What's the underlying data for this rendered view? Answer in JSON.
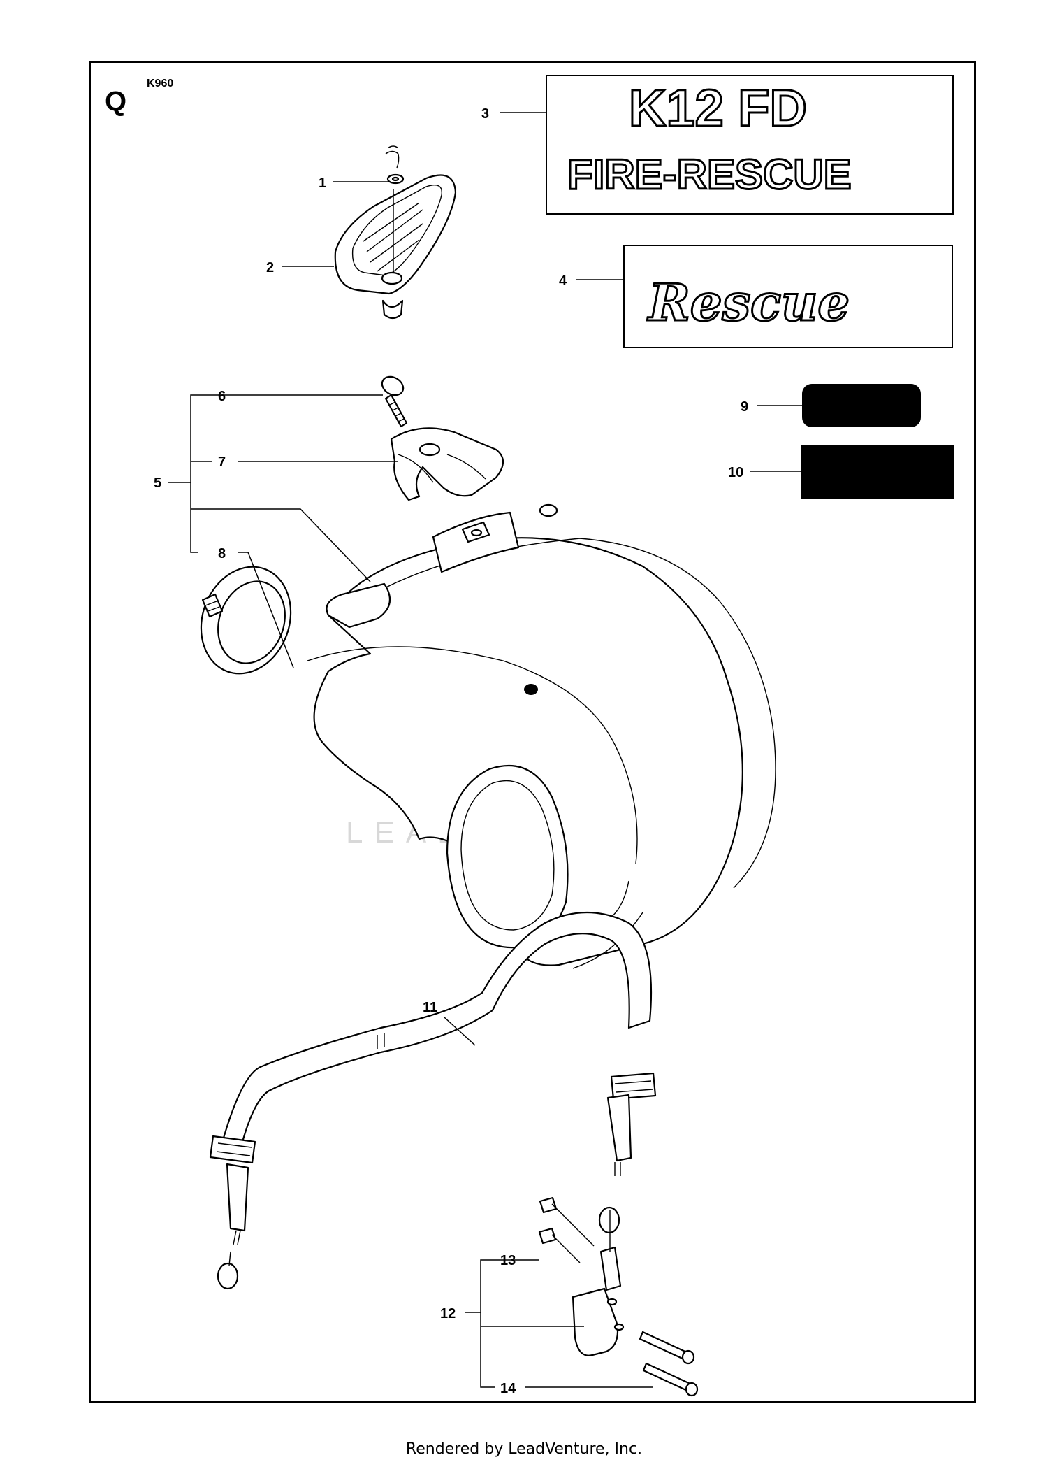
{
  "section_letter": "Q",
  "model": "K960",
  "decals": {
    "line1": "K12 FD",
    "line2": "FIRE-RESCUE",
    "rescue": "Rescue"
  },
  "watermark": "LEADVENTURE",
  "callouts": {
    "c1": "1",
    "c2": "2",
    "c3": "3",
    "c4": "4",
    "c5": "5",
    "c6": "6",
    "c7": "7",
    "c8": "8",
    "c9": "9",
    "c10": "10",
    "c11": "11",
    "c12": "12",
    "c13": "13",
    "c14": "14"
  },
  "footer": "Rendered by LeadVenture, Inc.",
  "colors": {
    "ink": "#000000",
    "paper": "#ffffff",
    "watermark": "#d8d8d8"
  }
}
